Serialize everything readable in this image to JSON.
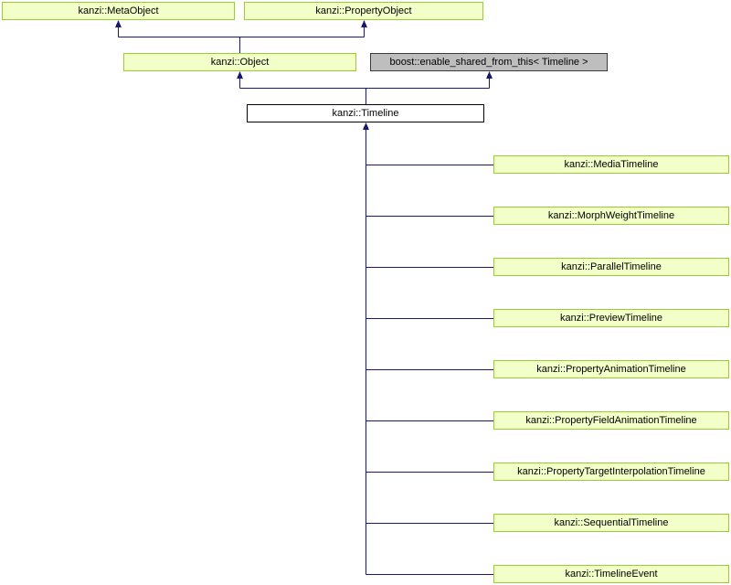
{
  "diagram": {
    "nodes": {
      "meta_object": "kanzi::MetaObject",
      "property_object": "kanzi::PropertyObject",
      "object": "kanzi::Object",
      "enable_shared": "boost::enable_shared_from_this< Timeline >",
      "timeline": "kanzi::Timeline",
      "derived": [
        "kanzi::MediaTimeline",
        "kanzi::MorphWeightTimeline",
        "kanzi::ParallelTimeline",
        "kanzi::PreviewTimeline",
        "kanzi::PropertyAnimationTimeline",
        "kanzi::PropertyFieldAnimationTimeline",
        "kanzi::PropertyTargetInterpolationTimeline",
        "kanzi::SequentialTimeline",
        "kanzi::TimelineEvent"
      ]
    },
    "colors": {
      "class_fill": "#f3ffc9",
      "class_border": "#9acd32",
      "external_fill": "#bebebe",
      "current_fill": "#ffffff",
      "edge": "#191970"
    }
  }
}
